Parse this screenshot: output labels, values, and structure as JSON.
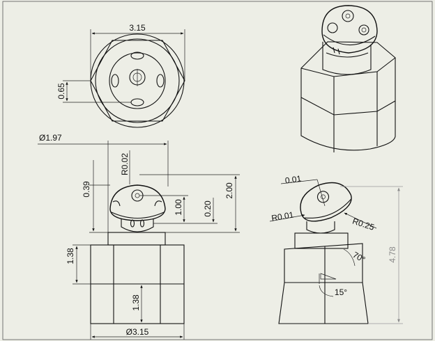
{
  "top_view": {
    "width_dim": "3.15",
    "hole_offset_dim": "0.65"
  },
  "front_view": {
    "diameter_dim": "Ø1.97",
    "fillet_dim": "R0.02",
    "cap_height_dim": "0.39",
    "total_height_dim": "2.00",
    "eye_height_dim": "1.00",
    "mouth_height_dim": "0.20",
    "base_height_dim_left": "1.38",
    "base_height_dim_center": "1.38",
    "base_diameter_dim": "Ø3.15"
  },
  "side_view": {
    "offset_dim": "0.01",
    "fillet_small_dim": "R0.01",
    "fillet_large_dim": "R0.25",
    "overall_height_dim": "4.78",
    "angle_top_dim": "70°",
    "angle_draft_dim": "15°"
  }
}
